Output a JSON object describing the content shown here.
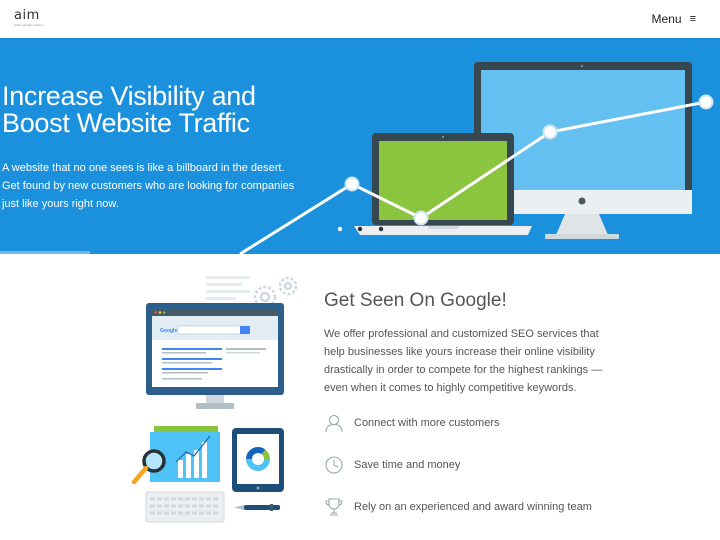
{
  "header": {
    "logo_word": "aim",
    "logo_tagline": "online growth systems",
    "menu_label": "Menu",
    "menu_icon": "hamburger-icon"
  },
  "hero": {
    "title_line1": "Increase Visibility and",
    "title_line2": "Boost Website Traffic",
    "text": "A website that no one sees is like a billboard in the desert. Get found by new customers who are looking for companies just like yours right now.",
    "background_color": "#1b90dd"
  },
  "content": {
    "title": "Get Seen On Google!",
    "text": "We offer professional and customized SEO services that help businesses like yours increase their online visibility drastically in order to compete for the highest rankings — even when it comes to highly competitive keywords.",
    "illustration_search_label": "Google",
    "features": [
      {
        "icon": "user-icon",
        "label": "Connect with more customers"
      },
      {
        "icon": "clock-icon",
        "label": "Save time and money"
      },
      {
        "icon": "trophy-icon",
        "label": "Rely on an experienced and award winning team"
      }
    ]
  }
}
